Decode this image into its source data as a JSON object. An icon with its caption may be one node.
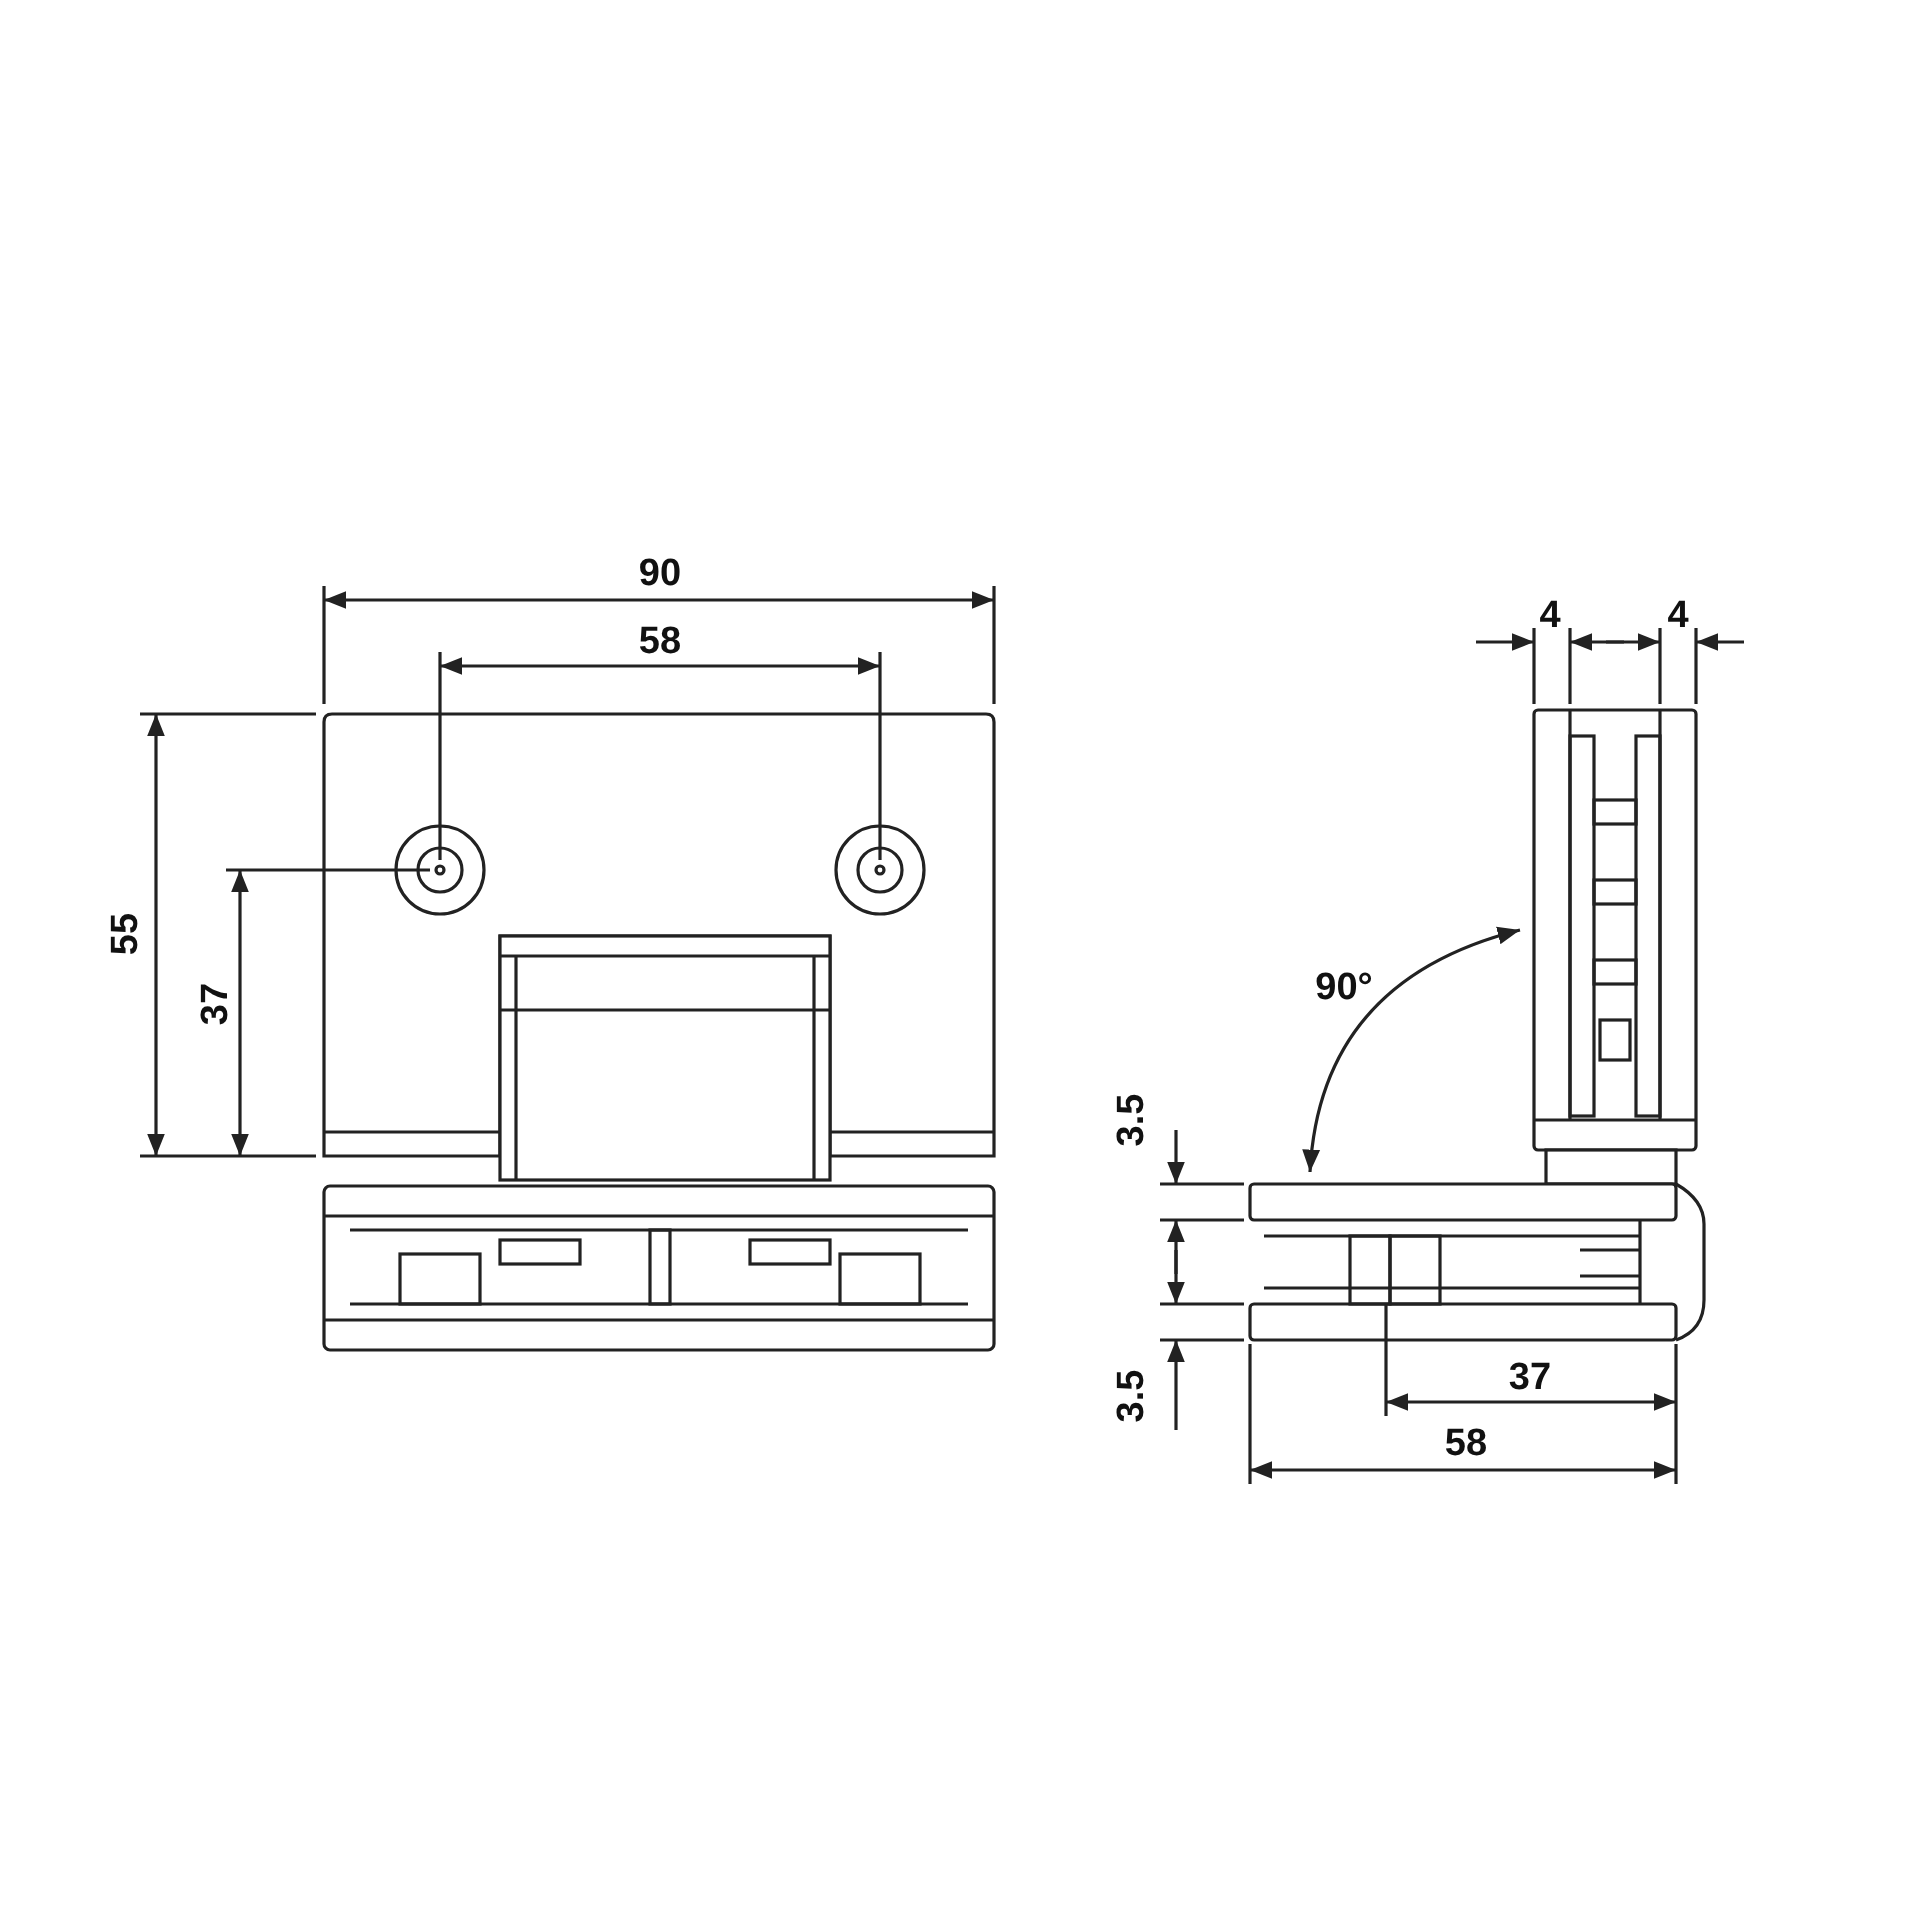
{
  "diagram": {
    "labels": [
      "90",
      "4",
      "4",
      "58",
      "55",
      "90°",
      "37",
      "3.5",
      "37",
      "3.5",
      "58"
    ]
  }
}
